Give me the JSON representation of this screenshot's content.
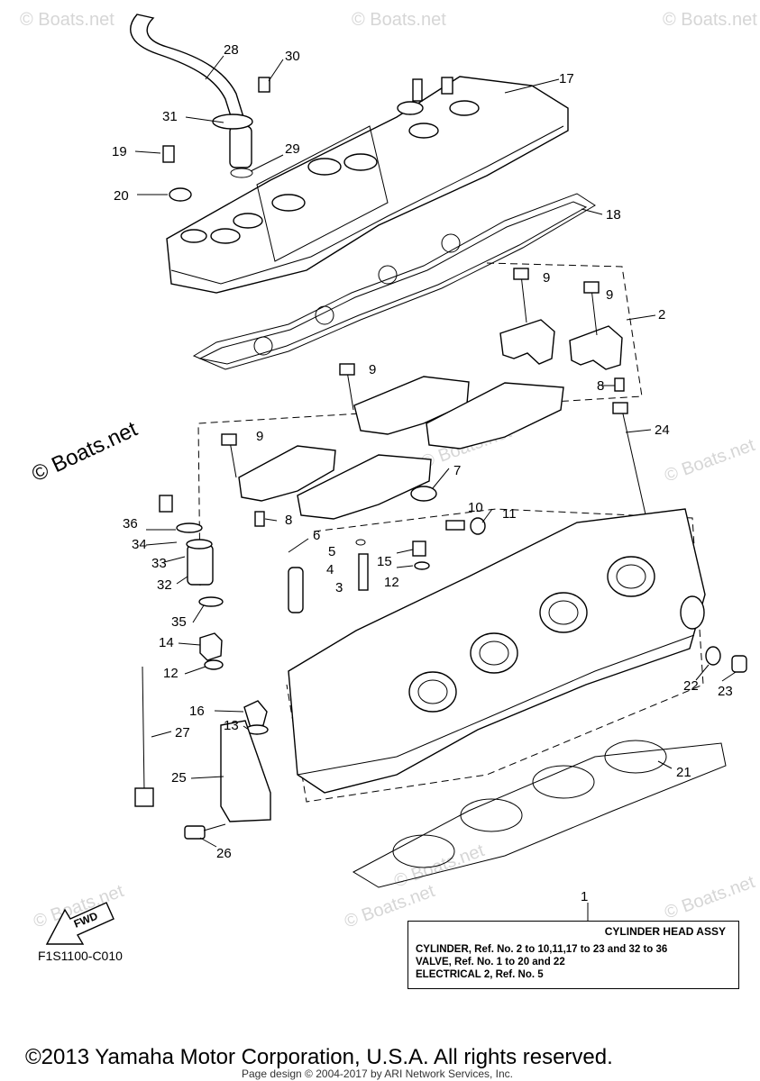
{
  "callouts": [
    "1",
    "2",
    "3",
    "4",
    "5",
    "6",
    "7",
    "8",
    "8",
    "9",
    "9",
    "9",
    "9",
    "10",
    "11",
    "12",
    "12",
    "13",
    "14",
    "15",
    "16",
    "17",
    "18",
    "19",
    "20",
    "21",
    "22",
    "23",
    "24",
    "25",
    "26",
    "27",
    "28",
    "29",
    "30",
    "31",
    "32",
    "33",
    "34",
    "35",
    "36"
  ],
  "watermarks": [
    "© Boats.net",
    "© Boats.net",
    "© Boats.net",
    "© Boats.net",
    "© Boats.net",
    "© Boats.net",
    "© Boats.net",
    "© Boats.net",
    "© Boats.net",
    "© Boats.net"
  ],
  "fwd_label": "FWD",
  "figure_code": "F1S1100-C010",
  "assy_box": {
    "title": "CYLINDER HEAD ASSY",
    "lines": [
      "CYLINDER, Ref. No. 2 to 10,11,17 to 23 and 32 to 36",
      "VALVE, Ref. No. 1 to 20 and 22",
      "ELECTRICAL 2, Ref. No. 5"
    ]
  },
  "copyright": "©2013 Yamaha Motor Corporation, U.S.A. All rights reserved.",
  "page_design": "Page design © 2004-2017 by ARI Network Services, Inc."
}
